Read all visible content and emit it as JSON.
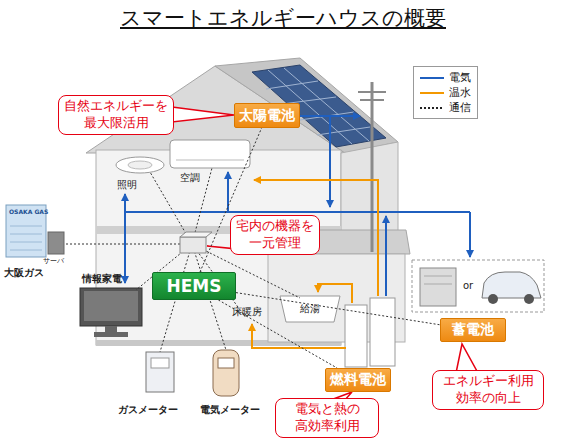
{
  "diagram": {
    "title": "スマートエネルギーハウスの概要",
    "nodes": [
      {
        "text": [
          "自然エネルギーを 最大限活用"
        ]
      },
      {
        "text": [
          "太陽電池"
        ]
      },
      {
        "text": [
          "宅内の機器を 一元管理"
        ]
      },
      {
        "text": [
          "HEMS"
        ]
      },
      {
        "text": [
          "蓄電池"
        ]
      },
      {
        "text": [
          "エネルギー利用 効率の向上"
        ]
      },
      {
        "text": [
          "燃料電池"
        ]
      },
      {
        "text": [
          "電気と熱の 高効率利用"
        ]
      }
    ],
    "edges": [
      {
        "from": 3,
        "to": 1,
        "arrow": "none"
      },
      {
        "from": 3,
        "to": 4,
        "arrow": "none"
      },
      {
        "from": 3,
        "to": 6,
        "arrow": "none"
      }
    ],
    "labels": [
      "照明",
      "空調",
      "OSAKA GAS",
      "サーバ",
      "大阪ガス",
      "情報家電",
      "床暖房",
      "給湯",
      "or",
      "ガスメーター",
      "電気メーター"
    ],
    "legend": [
      {
        "text": "電気"
      },
      {
        "text": "温水"
      },
      {
        "text": "通信"
      }
    ]
  }
}
